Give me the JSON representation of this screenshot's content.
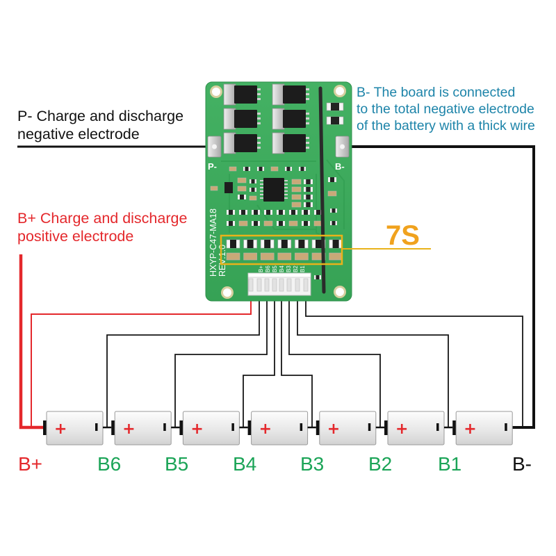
{
  "notes": {
    "p_minus": {
      "line1": "P- Charge and discharge",
      "line2": "negative electrode"
    },
    "b_minus": {
      "line1": "B- The board is connected",
      "line2": "to the total negative electrode",
      "line3": "of the battery with a thick wire"
    },
    "b_plus": {
      "line1": "B+ Charge and discharge",
      "line2": "positive electrode"
    },
    "series_label": "7S"
  },
  "board": {
    "model": "HXYP-C47-MA18",
    "revision": "REV:1.0",
    "pad_p_label": "P-",
    "pad_b_label": "B-",
    "balance_pin_labels": [
      "B+",
      "B6",
      "B5",
      "B4",
      "B3",
      "B2",
      "B1"
    ]
  },
  "battery": {
    "count": 7,
    "plus_sign": "+"
  },
  "terminals": [
    {
      "label": "B+",
      "color": "#e4282c"
    },
    {
      "label": "B6",
      "color": "#1ba457"
    },
    {
      "label": "B5",
      "color": "#1ba457"
    },
    {
      "label": "B4",
      "color": "#1ba457"
    },
    {
      "label": "B3",
      "color": "#1ba457"
    },
    {
      "label": "B2",
      "color": "#1ba457"
    },
    {
      "label": "B1",
      "color": "#1ba457"
    },
    {
      "label": "B-",
      "color": "#111111"
    }
  ],
  "colors": {
    "negative_wire": "#111111",
    "positive_wire": "#e4282c",
    "sense_wire": "#151515",
    "note_black": "#111111",
    "note_red": "#e4282c",
    "note_teal": "#1d84a9",
    "highlight_gold": "#e9b21a",
    "series_label": "#f0a21e",
    "pcb_green": "#3ba95c"
  }
}
